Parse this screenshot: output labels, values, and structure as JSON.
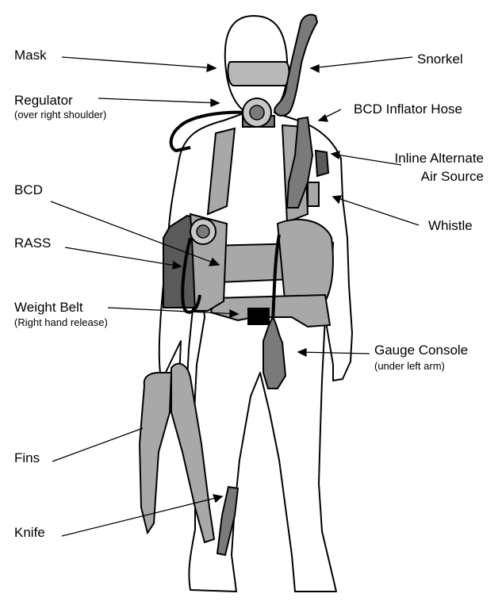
{
  "labels": {
    "mask": "Mask",
    "regulator": "Regulator",
    "regulator_note": "(over right shoulder)",
    "bcd": "BCD",
    "rass": "RASS",
    "weight_belt": "Weight Belt",
    "weight_belt_note": "(Right hand release)",
    "fins": "Fins",
    "knife": "Knife",
    "snorkel": "Snorkel",
    "bcd_inflator_hose": "BCD Inflator Hose",
    "inline_alternate_1": "Inline Alternate",
    "inline_alternate_2": "Air Source",
    "whistle": "Whistle",
    "gauge_console": "Gauge Console",
    "gauge_console_note": "(under left arm)"
  },
  "colors": {
    "outline": "#000000",
    "gear_light": "#c8c8c8",
    "gear_mid": "#a8a8a8",
    "gear_dark": "#7a7a7a",
    "gear_darker": "#5a5a5a"
  }
}
